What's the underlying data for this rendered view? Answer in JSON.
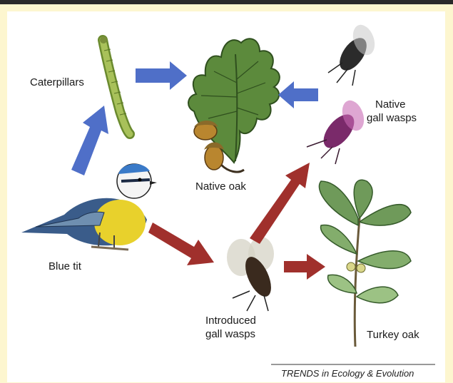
{
  "labels": {
    "caterpillars": "Caterpillars",
    "native_oak": "Native oak",
    "native_gall_wasps_1": "Native",
    "native_gall_wasps_2": "gall wasps",
    "blue_tit": "Blue tit",
    "introduced_gall_wasps_1": "Introduced",
    "introduced_gall_wasps_2": "gall wasps",
    "turkey_oak": "Turkey oak"
  },
  "credit": "TRENDS in Ecology & Evolution",
  "colors": {
    "frame": "#fdf6cf",
    "blue_arrow": "#4f6fc8",
    "red_arrow": "#a0302c"
  },
  "icons": [
    "caterpillar-icon",
    "native-oak-icon",
    "acorn-icon",
    "native-gall-wasp-icon",
    "blue-tit-icon",
    "introduced-gall-wasp-icon",
    "turkey-oak-icon"
  ]
}
